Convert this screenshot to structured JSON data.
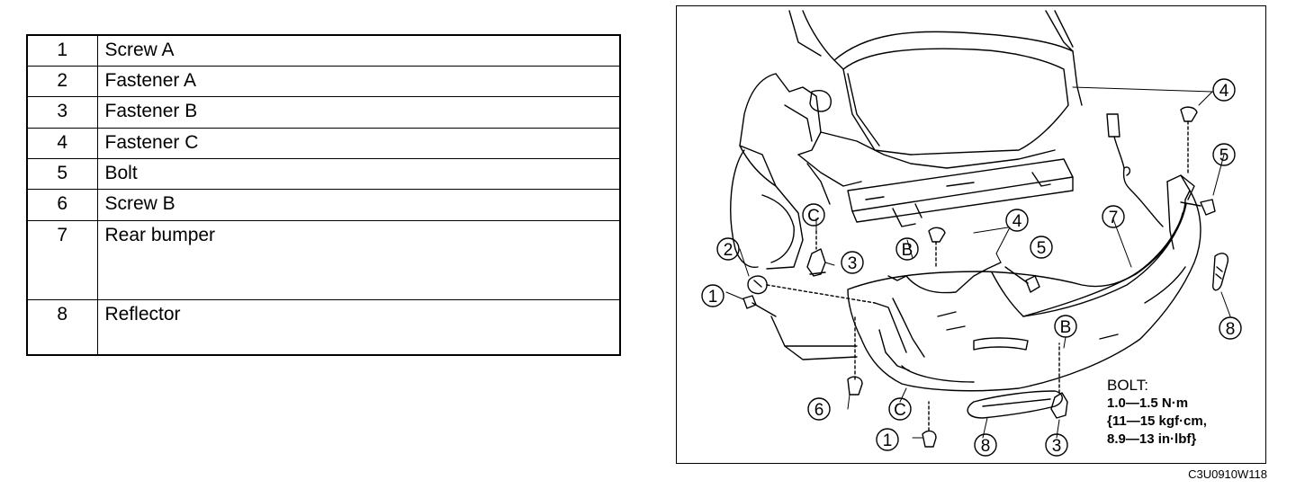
{
  "parts_table": {
    "rows": [
      {
        "num": "1",
        "name": "Screw A"
      },
      {
        "num": "2",
        "name": "Fastener A"
      },
      {
        "num": "3",
        "name": "Fastener B"
      },
      {
        "num": "4",
        "name": "Fastener C"
      },
      {
        "num": "5",
        "name": "Bolt"
      },
      {
        "num": "6",
        "name": "Screw B"
      },
      {
        "num": "7",
        "name": "Rear bumper"
      },
      {
        "num": "8",
        "name": "Reflector"
      }
    ]
  },
  "diagram": {
    "callouts": {
      "c1a": "1",
      "c1b": "1",
      "c2": "2",
      "c3a": "3",
      "c3b": "3",
      "c4a": "4",
      "c4b": "4",
      "c5a": "5",
      "c5b": "5",
      "c6": "6",
      "c7": "7",
      "c8a": "8",
      "c8b": "8",
      "cCa": "C",
      "cCb": "C",
      "cBa": "B",
      "cBb": "B"
    },
    "spec": {
      "heading": "BOLT:",
      "line1": "1.0—1.5 N·m",
      "line2": "{11—15 kgf·cm,",
      "line3": "8.9—13 in·lbf}"
    },
    "figure_code": "C3U0910W118"
  }
}
